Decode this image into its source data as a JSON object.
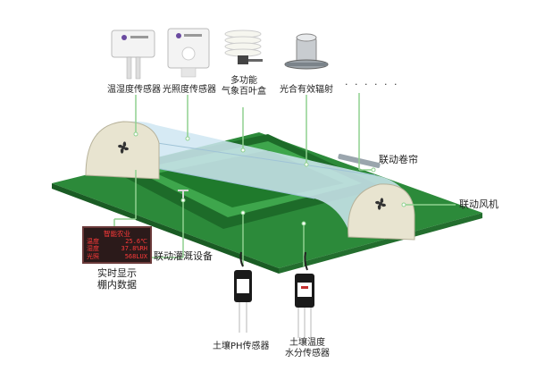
{
  "sensors": [
    {
      "label": "温湿度传感器"
    },
    {
      "label": "光照度传感器"
    },
    {
      "label_lines": [
        "多功能",
        "气象百叶盒"
      ]
    },
    {
      "label": "光合有效辐射"
    }
  ],
  "more_dots": "· · · · · ·",
  "callouts": {
    "linked_curtain": "联动卷帘",
    "linked_fan": "联动风机",
    "linked_irrigation": "联动灌溉设备",
    "realtime_display_lines": [
      "实时显示",
      "棚内数据"
    ]
  },
  "soil_sensors": [
    {
      "label": "土壤PH传感器"
    },
    {
      "label_lines": [
        "土壤温度",
        "水分传感器"
      ]
    }
  ],
  "display_panel": {
    "title": "智能农业",
    "rows": [
      {
        "name": "温度",
        "value": "25.6℃"
      },
      {
        "name": "湿度",
        "value": "37.8%RH"
      },
      {
        "name": "光照",
        "value": "568LUX"
      }
    ]
  },
  "colors": {
    "field_dark": "#1f6b2a",
    "field_light": "#3aa04a",
    "tunnel_glass": "#cfe6f2",
    "tunnel_end": "#e8e4d0",
    "connector": "#8fd18f",
    "display_bg": "#2b1a1a",
    "display_text": "#ff3a3a"
  }
}
